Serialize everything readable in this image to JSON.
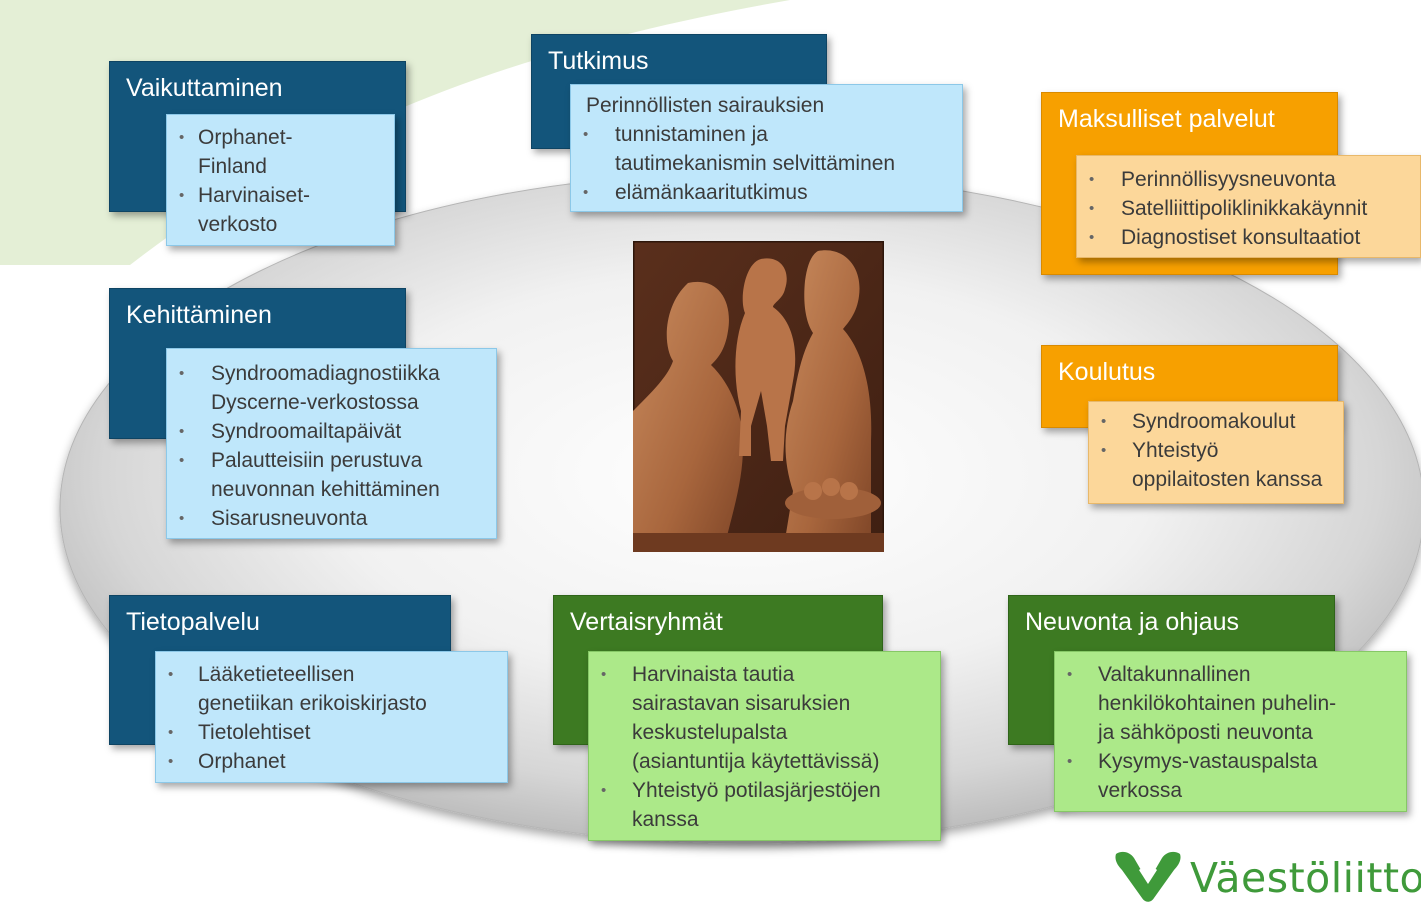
{
  "colors": {
    "blue_header": "#13557b",
    "blue_card": "#bfe7fb",
    "orange_header": "#f7a000",
    "orange_card": "#fcd79a",
    "green_header": "#3d7a22",
    "green_card": "#ace989",
    "logo_green": "#3f9a3a"
  },
  "groups": {
    "vaikuttaminen": {
      "title": "Vaikuttaminen",
      "items": [
        "Orphanet-\nFinland",
        "Harvinaiset-\nverkosto"
      ]
    },
    "tutkimus": {
      "title": "Tutkimus",
      "lead": "Perinnöllisten sairauksien",
      "items": [
        "tunnistaminen ja\ntautimekanismin selvittäminen",
        "elämänkaaritutkimus"
      ]
    },
    "maksulliset": {
      "title": "Maksulliset palvelut",
      "items": [
        "Perinnöllisyysneuvonta",
        "Satelliittipoliklinikkakäynnit",
        "Diagnostiset konsultaatiot"
      ]
    },
    "kehittaminen": {
      "title": "Kehittäminen",
      "items": [
        "Syndroomadiagnostiikka\nDyscerne-verkostossa",
        "Syndroomailtapäivät",
        "Palautteisiin perustuva\nneuvonnan kehittäminen",
        "Sisarusneuvonta"
      ]
    },
    "koulutus": {
      "title": "Koulutus",
      "items": [
        "Syndroomakoulut",
        "Yhteistyö\noppilaitosten kanssa"
      ]
    },
    "tietopalvelu": {
      "title": "Tietopalvelu",
      "items": [
        "Lääketieteellisen\ngenetiikan erikoiskirjasto",
        "Tietolehtiset",
        "Orphanet"
      ]
    },
    "vertaisryhmat": {
      "title": "Vertaisryhmät",
      "items": [
        "Harvinaista tautia\nsairastavan sisaruksien\nkeskustelupalsta\n(asiantuntija käytettävissä)",
        "Yhteistyö potilasjärjestöjen\nkanssa"
      ]
    },
    "neuvonta": {
      "title": "Neuvonta ja ohjaus",
      "items": [
        "Valtakunnallinen\nhenkilökohtainen puhelin-\nja sähköposti neuvonta",
        "Kysymys-vastauspalsta\nverkossa"
      ]
    }
  },
  "logo": {
    "text": "Väestöliitto"
  }
}
